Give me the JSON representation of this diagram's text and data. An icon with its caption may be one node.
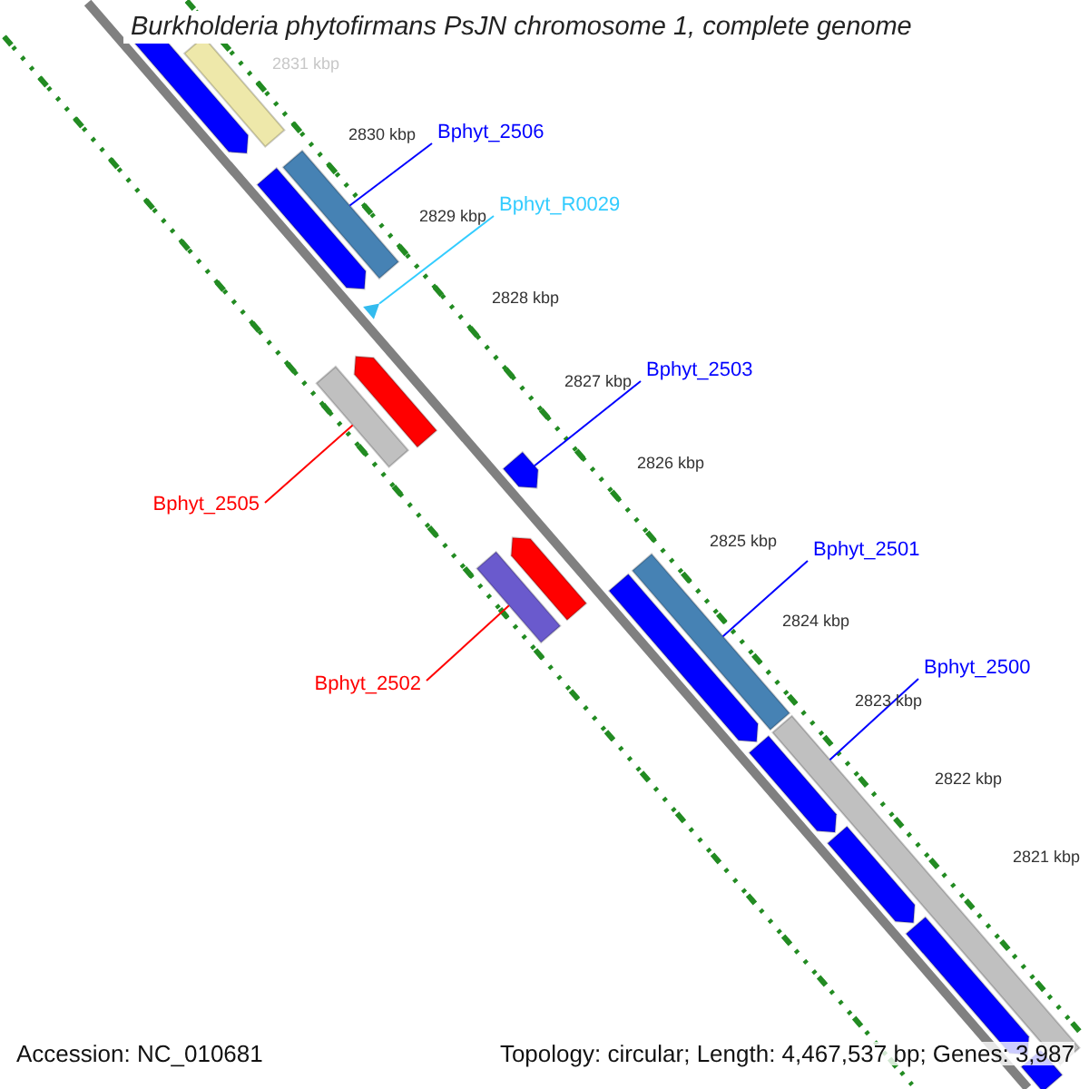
{
  "diagram": {
    "title": "Burkholderia phytofirmans PsJN chromosome 1, complete genome",
    "nodes": [
      {
        "text": [
          "Bphyt_2506"
        ]
      },
      {
        "text": [],
        "shape": "bar"
      },
      {
        "text": [
          "Bphyt_R0029"
        ]
      },
      {
        "text": [],
        "shape": "triangle"
      },
      {
        "text": [
          "Bphyt_2503"
        ]
      },
      {
        "text": [],
        "shape": "arrow"
      },
      {
        "text": [
          "Bphyt_2505"
        ]
      },
      {
        "text": [],
        "shape": "bar"
      },
      {
        "text": [
          "Bphyt_2501"
        ]
      },
      {
        "text": [],
        "shape": "bar"
      },
      {
        "text": [
          "Bphyt_2502"
        ]
      },
      {
        "text": [],
        "shape": "bar"
      },
      {
        "text": [
          "Bphyt_2500"
        ]
      },
      {
        "text": [],
        "shape": "bar"
      }
    ],
    "edges": [
      {
        "from": 0,
        "to": 1,
        "arrow": "none"
      },
      {
        "from": 2,
        "to": 3,
        "arrow": "none",
        "color": "#33ccff"
      },
      {
        "from": 4,
        "to": 5,
        "arrow": "none"
      },
      {
        "from": 6,
        "to": 7,
        "arrow": "none",
        "color": "#ff0000"
      },
      {
        "from": 8,
        "to": 9,
        "arrow": "none"
      },
      {
        "from": 10,
        "to": 11,
        "arrow": "none",
        "color": "#ff0000"
      },
      {
        "from": 12,
        "to": 13,
        "arrow": "none"
      }
    ],
    "labels": [
      "2831 kbp",
      "2830 kbp",
      "2829 kbp",
      "2828 kbp",
      "2827 kbp",
      "2826 kbp",
      "2825 kbp",
      "2824 kbp",
      "2823 kbp",
      "2822 kbp",
      "2821 kbp",
      "Accession: NC_010681",
      "Topology: circular; Length: 4,467,537 bp; Genes: 3,987"
    ]
  }
}
